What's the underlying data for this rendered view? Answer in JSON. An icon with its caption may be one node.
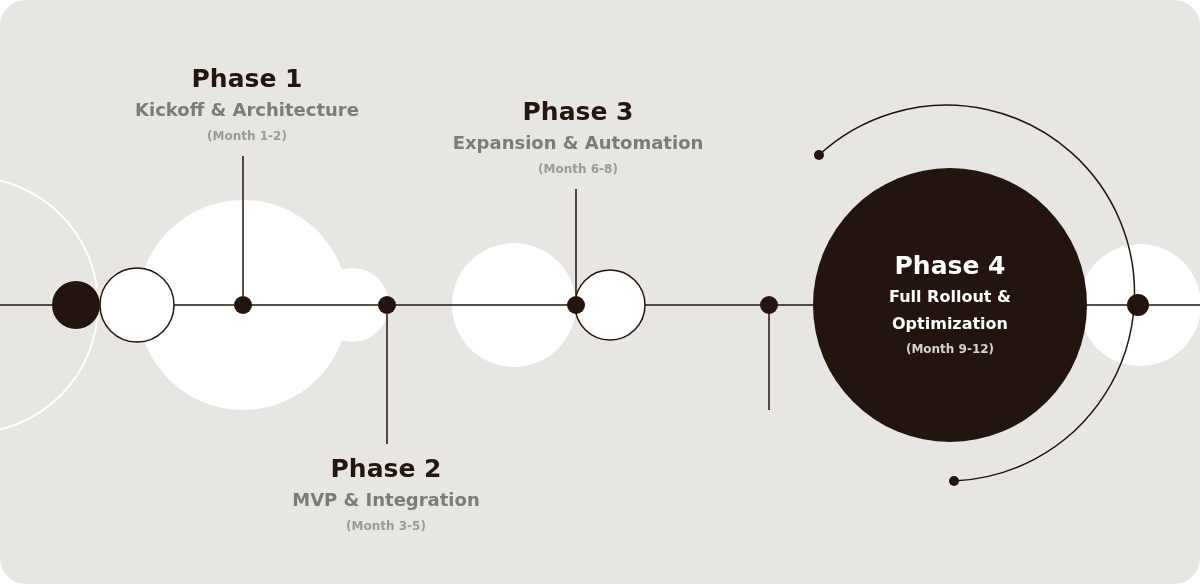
{
  "diagram": {
    "nodes": [
      {
        "text": [
          "Phase 1",
          "Kickoff & Architecture",
          "(Month 1-2)"
        ]
      },
      {
        "text": [],
        "shape": "circle"
      },
      {
        "text": [
          "Phase 2",
          "MVP & Integration",
          "(Month 3-5)"
        ]
      },
      {
        "text": [],
        "shape": "circle"
      },
      {
        "text": [
          "Phase 3",
          "Expansion & Automation",
          "(Month 6-8)"
        ]
      },
      {
        "text": [],
        "shape": "circle"
      },
      {
        "text": [
          "Phase 4",
          "Full Rollout & Optimization",
          "(Month 9-12)"
        ]
      }
    ],
    "edges": [
      {
        "from": 0,
        "to": 1,
        "arrow": "none"
      },
      {
        "from": 2,
        "to": 3,
        "arrow": "none"
      },
      {
        "from": 4,
        "to": 5,
        "arrow": "none"
      }
    ]
  }
}
